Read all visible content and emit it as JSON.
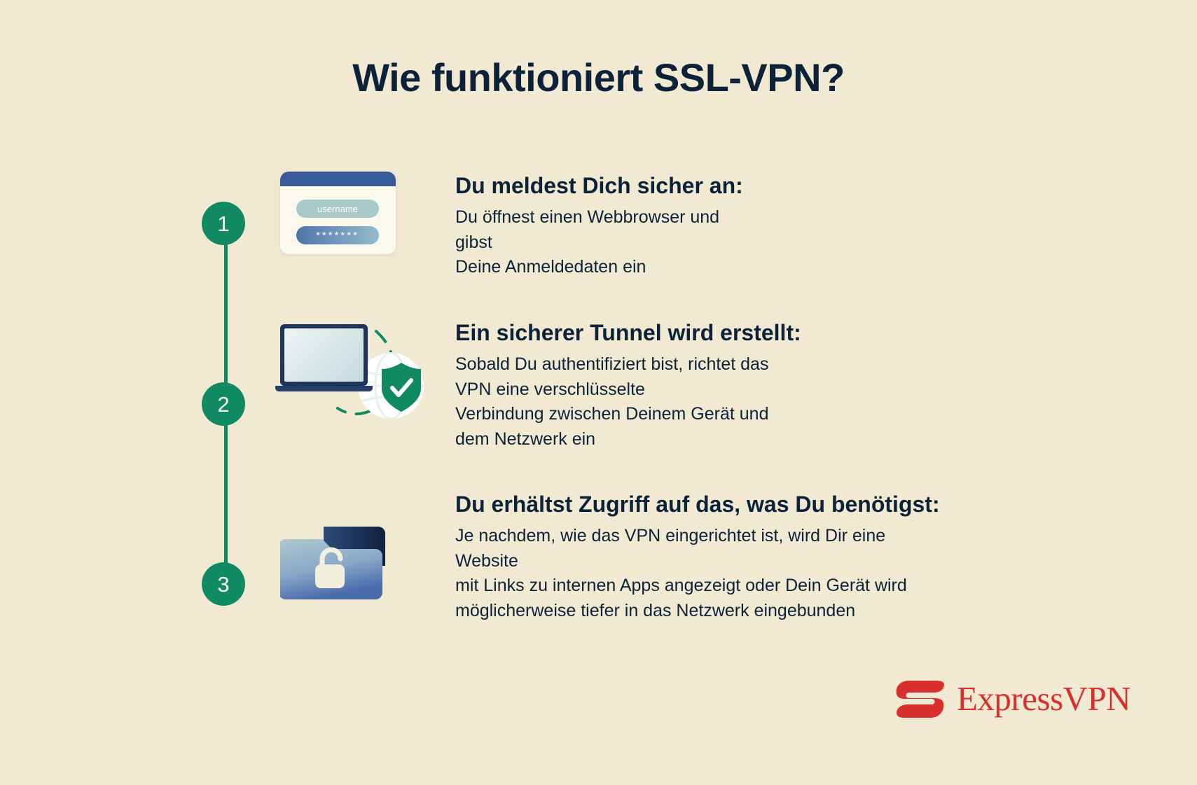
{
  "title": "Wie funktioniert SSL-VPN?",
  "colors": {
    "background": "#f1e9d2",
    "accent_green": "#0f8a63",
    "text_navy": "#0b2239",
    "logo_red": "#d9302e",
    "titlebar_blue": "#3a5999"
  },
  "steps": [
    {
      "number": "1",
      "heading": "Du meldest Dich sicher an:",
      "body": "Du öffnest einen Webbrowser und gibst\nDeine Anmeldedaten ein",
      "icon": "login-window-icon",
      "icon_fields": {
        "username_value": "username",
        "password_value": "*******"
      }
    },
    {
      "number": "2",
      "heading": "Ein sicherer Tunnel wird erstellt:",
      "body": "Sobald Du authentifiziert bist, richtet das VPN eine verschlüsselte\nVerbindung zwischen Deinem Gerät und dem Netzwerk ein",
      "icon": "laptop-shield-globe-icon"
    },
    {
      "number": "3",
      "heading": "Du erhältst Zugriff auf das, was Du benötigst:",
      "body": "Je nachdem, wie das VPN eingerichtet ist, wird Dir eine Website\nmit Links zu internen Apps angezeigt oder Dein Gerät wird\nmöglicherweise tiefer in das Netzwerk eingebunden",
      "icon": "folder-unlocked-icon"
    }
  ],
  "logo": {
    "wordmark": "ExpressVPN",
    "mark": "expressvpn-e-icon"
  }
}
